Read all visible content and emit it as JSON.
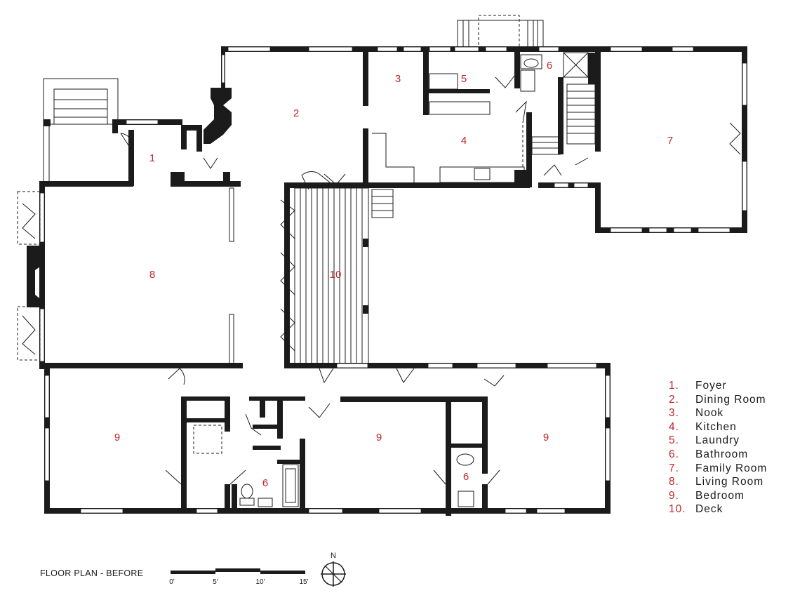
{
  "caption": "FLOOR PLAN - BEFORE",
  "north_label": "N",
  "scale_ticks": [
    "0'",
    "5'",
    "10'",
    "15'"
  ],
  "room_labels": {
    "foyer": "1",
    "dining": "2",
    "nook": "3",
    "kitchen": "4",
    "laundry": "5",
    "bath_top": "6",
    "family": "7",
    "living": "8",
    "deck": "10",
    "bed_left": "9",
    "bath_left": "6",
    "bed_mid": "9",
    "bath_right": "6",
    "bed_right": "9"
  },
  "legend": [
    {
      "num": "1.",
      "name": "Foyer"
    },
    {
      "num": "2.",
      "name": "Dining Room"
    },
    {
      "num": "3.",
      "name": "Nook"
    },
    {
      "num": "4.",
      "name": "Kitchen"
    },
    {
      "num": "5.",
      "name": "Laundry"
    },
    {
      "num": "6.",
      "name": "Bathroom"
    },
    {
      "num": "7.",
      "name": "Family Room"
    },
    {
      "num": "8.",
      "name": "Living Room"
    },
    {
      "num": "9.",
      "name": "Bedroom"
    },
    {
      "num": "10.",
      "name": "Deck"
    }
  ],
  "colors": {
    "label_red": "#c0272d",
    "wall": "#1b1b1b"
  }
}
